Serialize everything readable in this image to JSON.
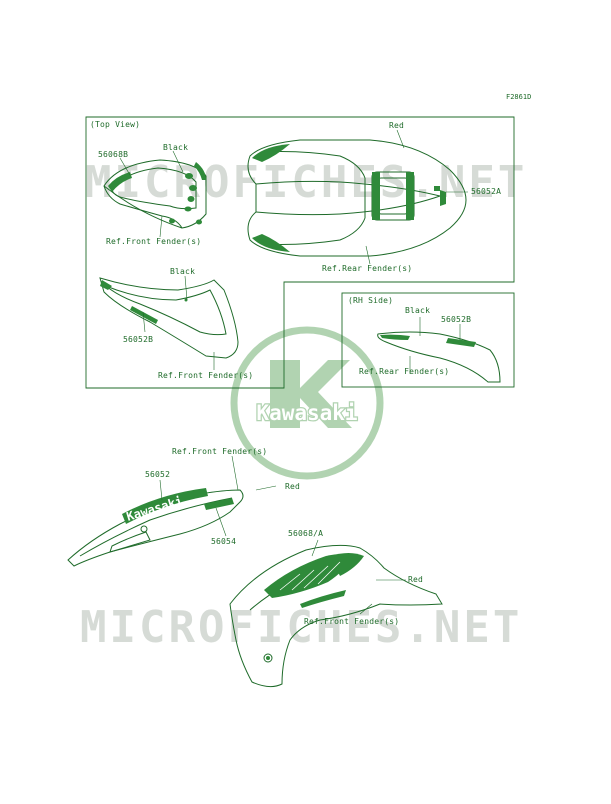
{
  "figure_code": "F2861D",
  "watermark_text": "MICROFICHES.NET",
  "logo_text": "Kawasaki",
  "decal_text": "Kawasaki",
  "colors": {
    "line": "#1f6b2a",
    "fill": "#2f8a3a",
    "watermark": "#cfd5cf",
    "logo": "#a9cfa9"
  },
  "sections": {
    "top_view": "(Top View)",
    "rh_side": "(RH Side)"
  },
  "labels": {
    "tv_red": "Red",
    "tv_black": "Black",
    "tv_56068b": "56068B",
    "tv_56052a": "56052A",
    "tv_ref_front": "Ref.Front Fender(s)",
    "tv_ref_rear": "Ref.Rear Fender(s)",
    "tv2_black": "Black",
    "tv2_56052b": "56052B",
    "tv2_ref_front": "Ref.Front Fender(s)",
    "rh_black": "Black",
    "rh_56052b": "56052B",
    "rh_ref_rear": "Ref.Rear Fender(s)",
    "lo_ref_front": "Ref.Front Fender(s)",
    "lo_56052": "56052",
    "lo_red": "Red",
    "lo_56054": "56054",
    "lr_56068a": "56068/A",
    "lr_red": "Red",
    "lr_ref_front": "Ref.Front Fender(s)"
  }
}
